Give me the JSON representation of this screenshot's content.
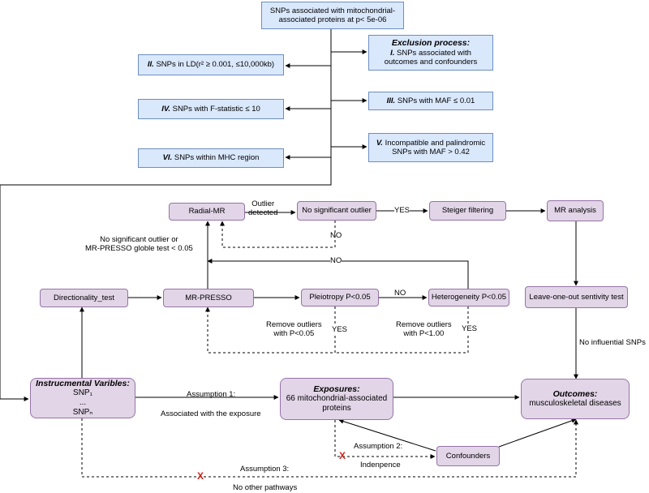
{
  "top": {
    "line1": "SNPs associated with mitochondrial-",
    "line2": "associated proteins at p< 5e-06"
  },
  "exclusion": {
    "title": "Exclusion process:",
    "i_tag": "I.",
    "i_line1": "SNPs associated with",
    "i_line2": "outcomes and confounders",
    "ii_tag": "II.",
    "ii_text": "SNPs in LD(r² ≥ 0.001, ≤10,000kb)",
    "iii_tag": "III.",
    "iii_text": "SNPs with MAF ≤ 0.01",
    "iv_tag": "IV.",
    "iv_text": "SNPs with F-statistic ≤ 10",
    "v_tag": "V.",
    "v_line1": "Incompatible and palindromic",
    "v_line2": "SNPs with MAF > 0.42",
    "vi_tag": "VI.",
    "vi_text": "SNPs within MHC region"
  },
  "nodes": {
    "radial_mr": "Radial-MR",
    "no_sig_outlier": "No significant outlier",
    "steiger": "Steiger filtering",
    "mr_analysis": "MR analysis",
    "directionality": "Directionality_test",
    "mr_presso": "MR-PRESSO",
    "pleiotropy": "Pleiotropy P<0.05",
    "heterogeneity": "Heterogeneity P<0.05",
    "leave_one_out": "Leave-one-out sentivity test",
    "iv_title": "Instrucmental Varibles:",
    "iv_snp1": "SNP₁",
    "iv_dots": "...",
    "iv_snpn": "SNPₙ",
    "exp_title": "Exposures:",
    "exp_line1": "66 mitochondrial-associated",
    "exp_line2": "proteins",
    "out_title": "Outcomes:",
    "out_text": "musculoskeletal diseases",
    "confounders": "Confounders"
  },
  "labels": {
    "outlier1": "Outlier",
    "outlier2": "detected",
    "yes1": "YES",
    "no1": "NO",
    "nosig1": "No significant outlier or",
    "nosig2": "MR-PRESSO globle test < 0.05",
    "no2": "NO",
    "no3": "NO",
    "remove1a": "Remove outliers",
    "remove1b": "with P<0.05",
    "yes2": "YES",
    "remove2a": "Remove outliers",
    "remove2b": "with P<1.00",
    "yes3": "YES",
    "no_influential": "No influential SNPs",
    "assump1": "Assumption 1:",
    "assoc_exposure": "Associated with the exposure",
    "assump2": "Assumption 2:",
    "indenpence": "Indenpence",
    "assump3": "Assumption 3:",
    "no_other": "No other pathways",
    "x_mark": "X"
  }
}
